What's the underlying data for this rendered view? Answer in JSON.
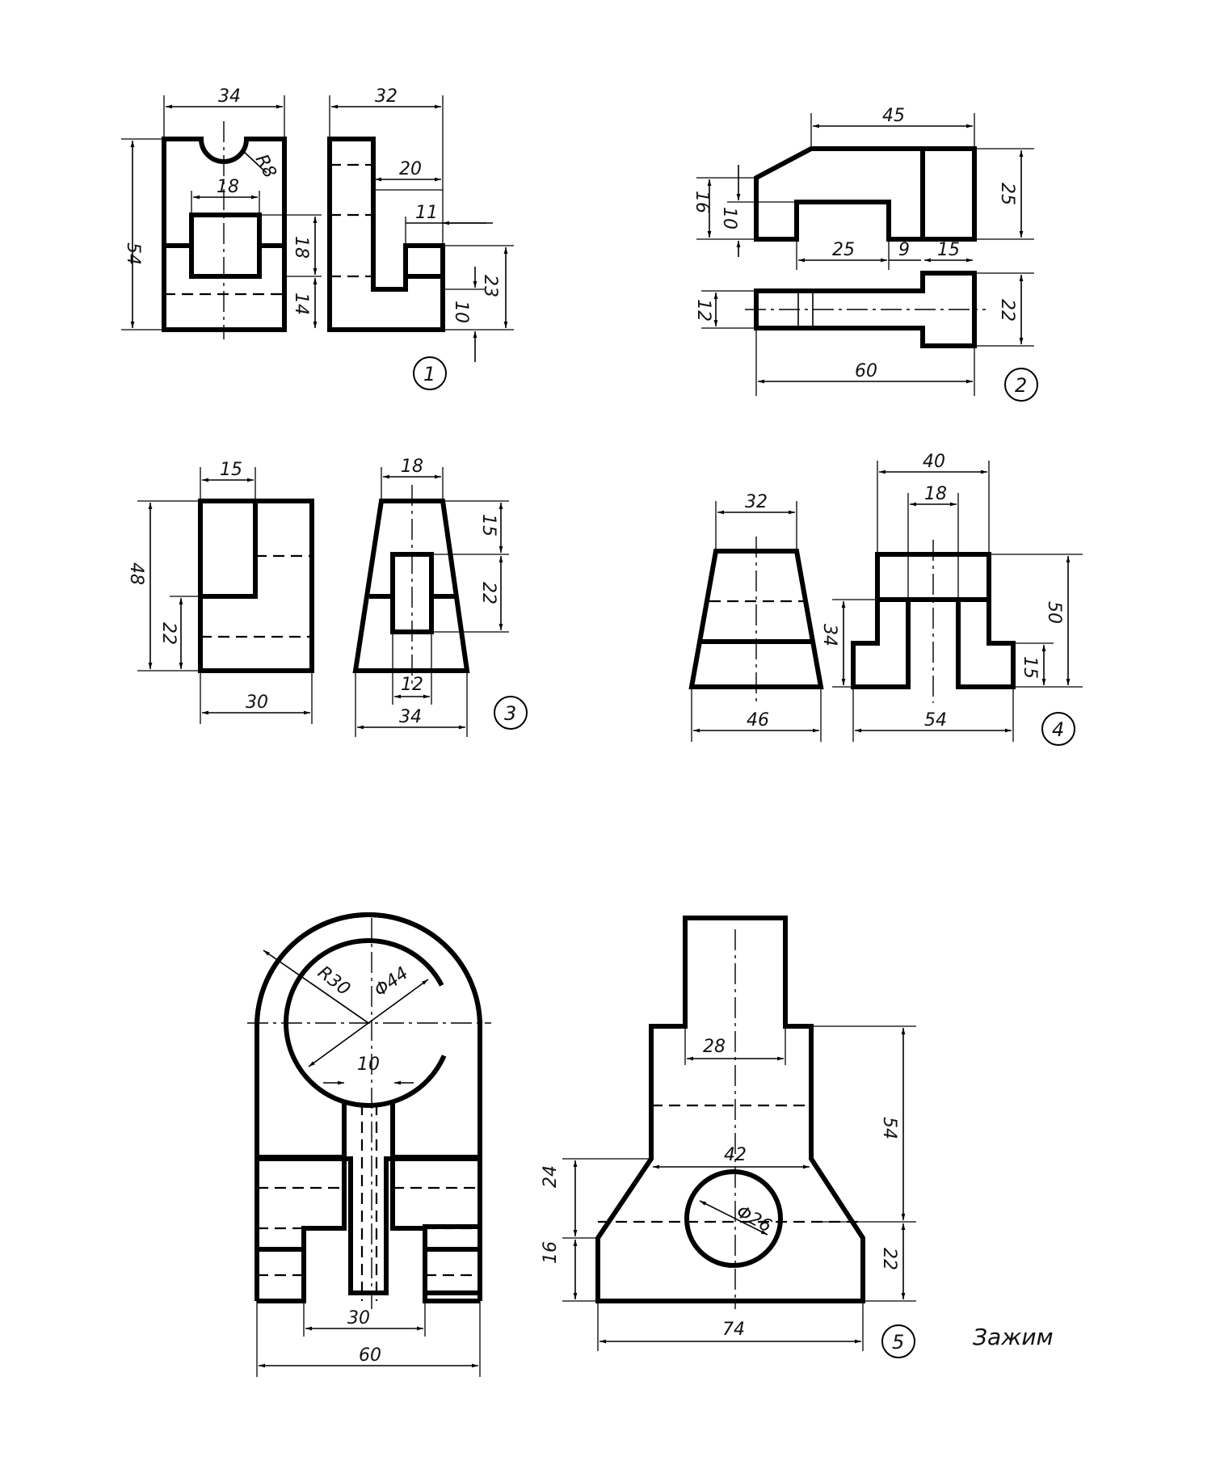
{
  "figures": [
    {
      "id": "1",
      "label": "1",
      "dims": [
        "34",
        "32",
        "54",
        "R8",
        "18",
        "20",
        "11",
        "18",
        "14",
        "23",
        "10"
      ]
    },
    {
      "id": "2",
      "label": "2",
      "dims": [
        "45",
        "16",
        "10",
        "25",
        "25",
        "9",
        "15",
        "12",
        "22",
        "60"
      ]
    },
    {
      "id": "3",
      "label": "3",
      "dims": [
        "15",
        "48",
        "22",
        "30",
        "18",
        "15",
        "22",
        "12",
        "34"
      ]
    },
    {
      "id": "4",
      "label": "4",
      "dims": [
        "32",
        "46",
        "40",
        "18",
        "34",
        "50",
        "15",
        "54"
      ]
    },
    {
      "id": "5",
      "label": "5",
      "dims": [
        "R30",
        "Φ44",
        "10",
        "30",
        "60",
        "28",
        "54",
        "42",
        "24",
        "16",
        "Φ26",
        "22",
        "74"
      ]
    }
  ],
  "caption": "Зажим"
}
